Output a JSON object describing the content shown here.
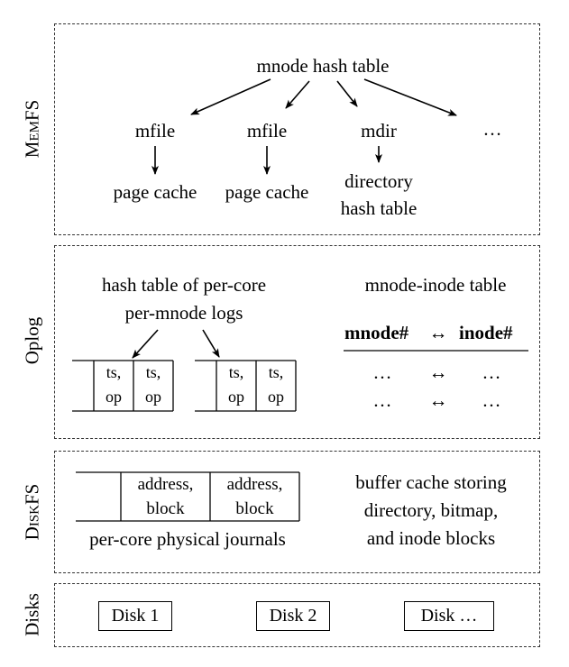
{
  "memfs": {
    "label_first": "M",
    "label_rest": "emFS",
    "hash_table": "mnode hash table",
    "mfile_1": "mfile",
    "mfile_2": "mfile",
    "mdir": "mdir",
    "more": "…",
    "page_cache_1": "page cache",
    "page_cache_2": "page cache",
    "directory_line1": "directory",
    "directory_line2": "hash table"
  },
  "oplog": {
    "label": "Oplog",
    "logs_line1": "hash table of per-core",
    "logs_line2": "per-mnode logs",
    "log_cells": [
      "ts,",
      "op",
      "ts,",
      "op",
      "ts,",
      "op",
      "ts,",
      "op"
    ],
    "map_title": "mnode-inode table",
    "map_header_left": "mnode#",
    "map_header_arrow": "↔",
    "map_header_right": "inode#",
    "map_rows": [
      {
        "left": "…",
        "arrow": "↔",
        "right": "…"
      },
      {
        "left": "…",
        "arrow": "↔",
        "right": "…"
      }
    ]
  },
  "diskfs": {
    "label_first": "D",
    "label_rest": "iskFS",
    "journal_cells": [
      "address,",
      "block",
      "address,",
      "block"
    ],
    "journal_caption": "per-core physical journals",
    "buffer_line1": "buffer cache storing",
    "buffer_line2": "directory, bitmap,",
    "buffer_line3": "and inode blocks"
  },
  "disks": {
    "label": "Disks",
    "items": [
      "Disk 1",
      "Disk 2",
      "Disk …"
    ]
  }
}
